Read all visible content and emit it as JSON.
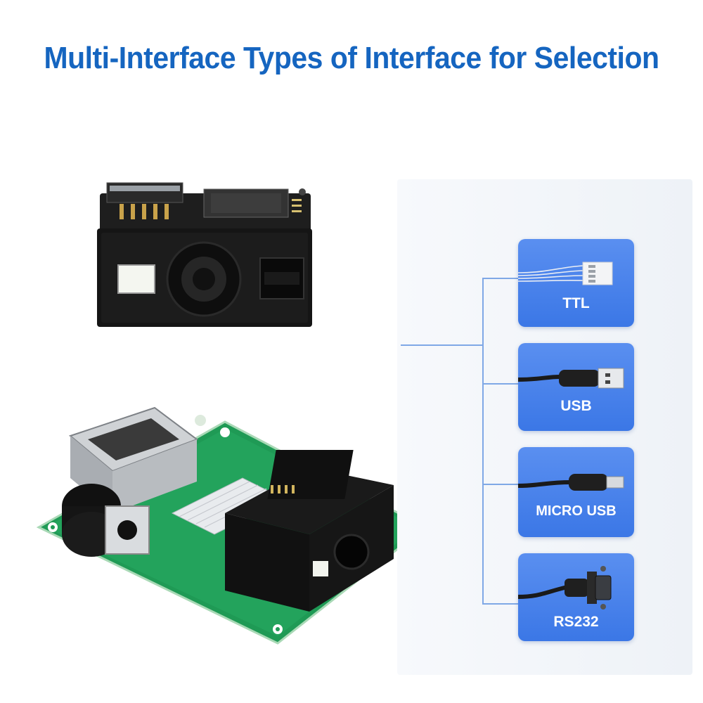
{
  "title": "Multi-Interface Types of Interface for Selection",
  "interfaces": [
    {
      "label": "TTL",
      "icon": "ttl-4pin-connector-icon"
    },
    {
      "label": "USB",
      "icon": "usb-a-connector-icon"
    },
    {
      "label": "MICRO USB",
      "icon": "micro-usb-connector-icon"
    },
    {
      "label": "RS232",
      "icon": "rs232-db9-connector-icon"
    }
  ],
  "images": {
    "scanner_module": "barcode-scanner-module-image",
    "scanner_board": "scanner-decoder-board-image"
  },
  "colors": {
    "title": "#1565c0",
    "card": "#4a84ec",
    "line": "#7fa8e6"
  }
}
